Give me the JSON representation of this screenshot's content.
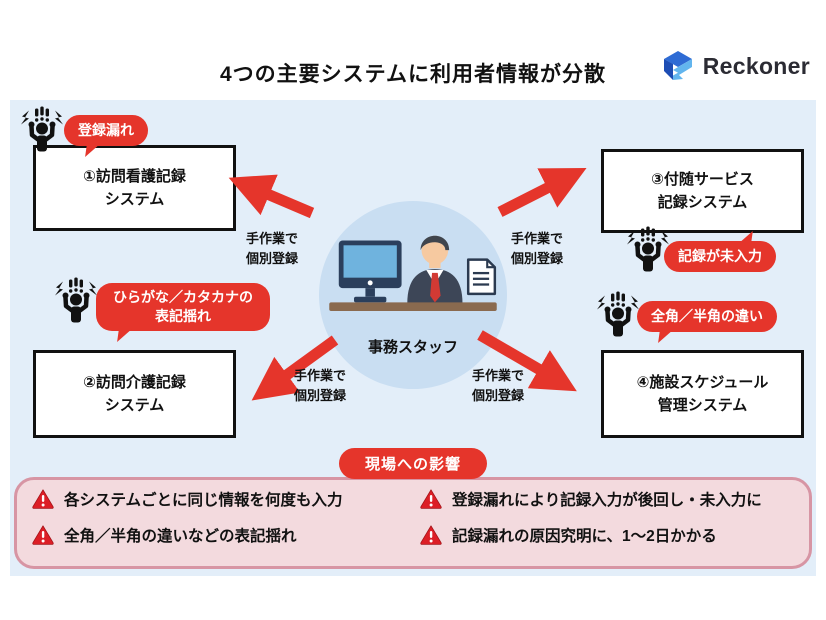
{
  "title": "4つの主要システムに利用者情報が分散",
  "logo": {
    "name": "Reckoner"
  },
  "center_circle": {
    "label": "事務スタッフ"
  },
  "systems": [
    {
      "line1": "①訪問看護記録",
      "line2": "システム"
    },
    {
      "line1": "②訪問介護記録",
      "line2": "システム"
    },
    {
      "line1": "③付随サービス",
      "line2": "記録システム"
    },
    {
      "line1": "④施設スケジュール",
      "line2": "管理システム"
    }
  ],
  "callouts": [
    {
      "text": "登録漏れ"
    },
    {
      "line1": "ひらがな／カタカナの",
      "line2": "表記揺れ"
    },
    {
      "text": "記録が未入力"
    },
    {
      "text": "全角／半角の違い"
    }
  ],
  "arrow_label": {
    "line1": "手作業で",
    "line2": "個別登録"
  },
  "impact": {
    "title": "現場への影響",
    "items": [
      "各システムごとに同じ情報を何度も入力",
      "全角／半角の違いなどの表記揺れ",
      "登録漏れにより記録入力が後回し・未入力に",
      "記録漏れの原因究明に、1〜2日かかる"
    ]
  },
  "colors": {
    "accent_red": "#e5352b",
    "panel_blue": "#e3eef9",
    "circle_blue": "#c9def2",
    "impact_bg": "#f3dade",
    "impact_border": "#d795a4",
    "warning_red": "#dc1e26",
    "logo_blue_dark": "#1d4db4",
    "logo_blue_mid": "#2e6bd4",
    "logo_blue_light": "#62b5ee"
  }
}
